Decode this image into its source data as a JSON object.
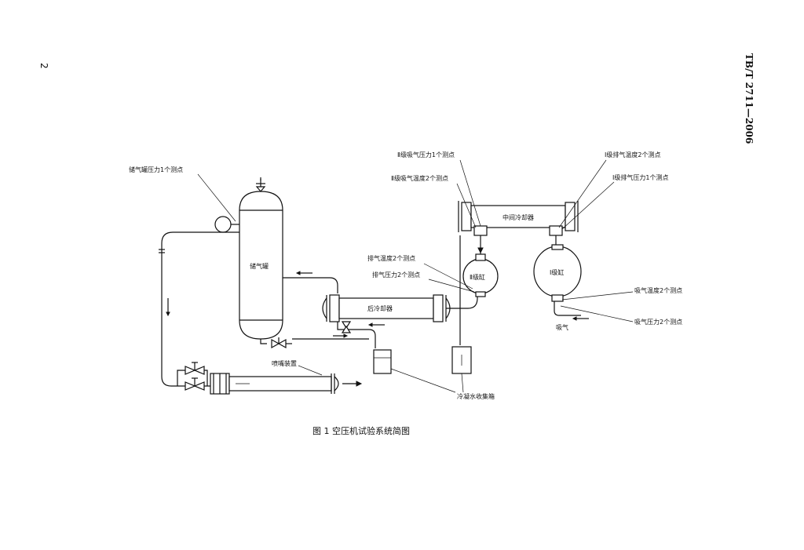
{
  "page_number": "2",
  "standard_code": "TB/T 2711—2006",
  "figure": {
    "caption": "图 1   空压机试验系统简图"
  },
  "labels": {
    "tank_pressure": "储气罐压力1个测点",
    "tank": "储气罐",
    "stage2_suction_pressure": "Ⅱ级吸气压力1个测点",
    "stage2_suction_temp": "Ⅱ级吸气温度2个测点",
    "stage1_discharge_temp": "Ⅰ级排气温度2个测点",
    "stage1_discharge_pressure": "Ⅰ级排气压力1个测点",
    "intercooler": "中间冷却器",
    "discharge_temp": "排气温度2个测点",
    "discharge_pressure": "排气压力2个测点",
    "stage2_cylinder": "Ⅱ级缸",
    "stage1_cylinder": "Ⅰ级缸",
    "aftercooler": "后冷却器",
    "suction_temp": "吸气温度2个测点",
    "suction": "吸气",
    "suction_pressure": "吸气压力2个测点",
    "nozzle_device": "喷嘴装置",
    "condensate_tank": "冷凝水收集箱"
  },
  "icons": [
    "globe-valve-icon",
    "safety-valve-icon",
    "pressure-gauge-icon",
    "flow-arrow-icon"
  ]
}
